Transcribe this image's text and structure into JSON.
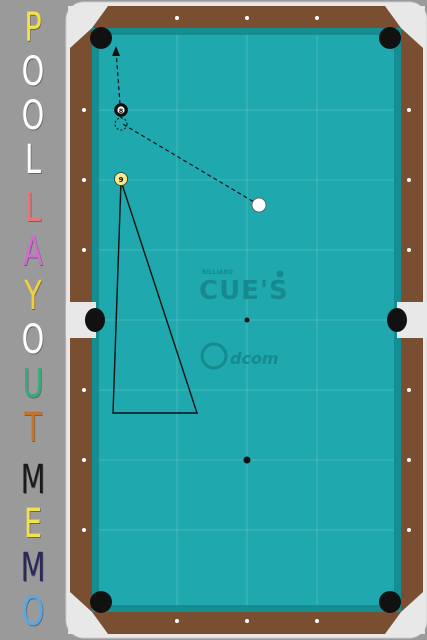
{
  "app": {
    "title_letters": [
      {
        "char": "P",
        "color": "#f2e24a"
      },
      {
        "char": "O",
        "color": "#ffffff"
      },
      {
        "char": "O",
        "color": "#ffffff"
      },
      {
        "char": "L",
        "color": "#ffffff"
      },
      {
        "char": "L",
        "color": "#e07a7a"
      },
      {
        "char": "A",
        "color": "#d06bd0"
      },
      {
        "char": "Y",
        "color": "#f0d040"
      },
      {
        "char": "O",
        "color": "#ffffff"
      },
      {
        "char": "U",
        "color": "#3aa87a"
      },
      {
        "char": "T",
        "color": "#c4742a"
      },
      {
        "char": "M",
        "color": "#1a1a1a"
      },
      {
        "char": "E",
        "color": "#f2e24a"
      },
      {
        "char": "M",
        "color": "#2a2a5a"
      },
      {
        "char": "O",
        "color": "#5aa8e0"
      }
    ]
  },
  "table": {
    "felt_color": "#1fa8ad",
    "rail_color": "#7a4f31",
    "frame_color": "#e8e8e8",
    "pocket_color": "#111111"
  },
  "logo": {
    "billiard": "BILLIARD",
    "cues": "CUE'S",
    "dcom": "dcom",
    "color": "#178a8f"
  },
  "balls": [
    {
      "label": "8",
      "name": "ball-8",
      "fill": "#111111",
      "text": "#ffffff"
    },
    {
      "label": "9",
      "name": "ball-9",
      "fill": "#f5e98a",
      "text": "#111111"
    },
    {
      "label": "",
      "name": "cue-ball",
      "fill": "#ffffff",
      "text": "#111111"
    }
  ]
}
